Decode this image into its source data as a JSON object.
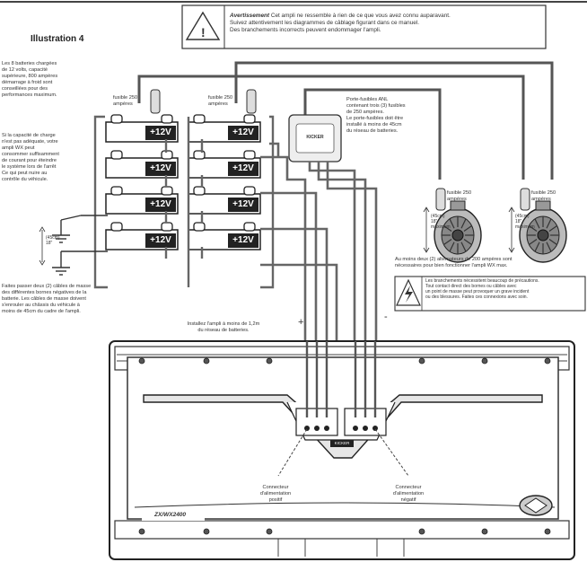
{
  "illustration_title": "Illustration 4",
  "warning": {
    "label": "Avertissement",
    "line1": "Cet ampli ne ressemble à rien de ce que vous avez connu auparavant.",
    "line2": "Suivez attentivement les diagrammes de câblage figurant dans ce manuel.",
    "line3": "Des branchements incorrects peuvent endommager l'ampli."
  },
  "notes": {
    "batteries": "Les 8 batteries chargées\nde 12 volts, capacité\nsupérieure, 800 ampères\ndémarrage à froid sont\nconseillées pour des\nperformances maximum.",
    "charge": "Si la capacité de charge\nn'est pas adéquate, votre\nampli WX peut\nconsommer suffisamment\nde courant pour éteindre\nle système lors de l'arrêt\nCe qui peut nuire au\ncontrôle du véhicule.",
    "ground": "Faites passer deux (2) câbles de masse\ndes différentes bornes négatives de la\nbatterie. Les câbles de masse doivent\ns'enrouler au châssis du véhicule à\nmoins de 45cm du cadre de l'ampli.",
    "distance": "Installez l'ampli à moins de 1,2m\ndu réseau de batteries.",
    "fuse_holder": "Porte-fusibles ANL\ncontenant trois (3) fusibles\nde 250 ampères.\nLe porte-fusibles doit être\ninstallé à moins de 45cm\ndu réseau de batteries.",
    "alternators": "Au moins deux (2) alternateurs de 200 ampères sont\nnécessaires pour bien fonctionner l'ampli WX max.",
    "shock": "Les branchements nécessitent beaucoup de précautions.\nTout contact direct des bornes ou câbles avec\nun point de masse peut provoquer un grave incident\nou des blessures. Faites ces connexions avec soin."
  },
  "fuses": {
    "f1": "fusible 250\nampères",
    "f2": "fusible 250\nampères",
    "f3": "fusible 250\nampères",
    "f4": "fusible 250\nampères",
    "max_distance": "(45cm)\n18\"\nmaximum"
  },
  "batteries": [
    "+12V",
    "+12V",
    "+12V",
    "+12V",
    "+12V",
    "+12V",
    "+12V",
    "+12V"
  ],
  "ground_distance": "(45cm)\n18\"",
  "fuse_brand": "KICKER",
  "polarity": {
    "plus": "+",
    "minus": "-"
  },
  "connectors": {
    "positive": "Connecteur\nd'alimentation\npositif",
    "negative": "Connecteur\nd'alimentation\nnégatif"
  },
  "amp": {
    "brand_label": "KICKER",
    "model_label": "ZX/WX2400",
    "logo": "kicker-logo-icon"
  },
  "colors": {
    "line": "#444444",
    "wire": "#666666",
    "fill": "#bbbbbb",
    "dark": "#222222"
  }
}
